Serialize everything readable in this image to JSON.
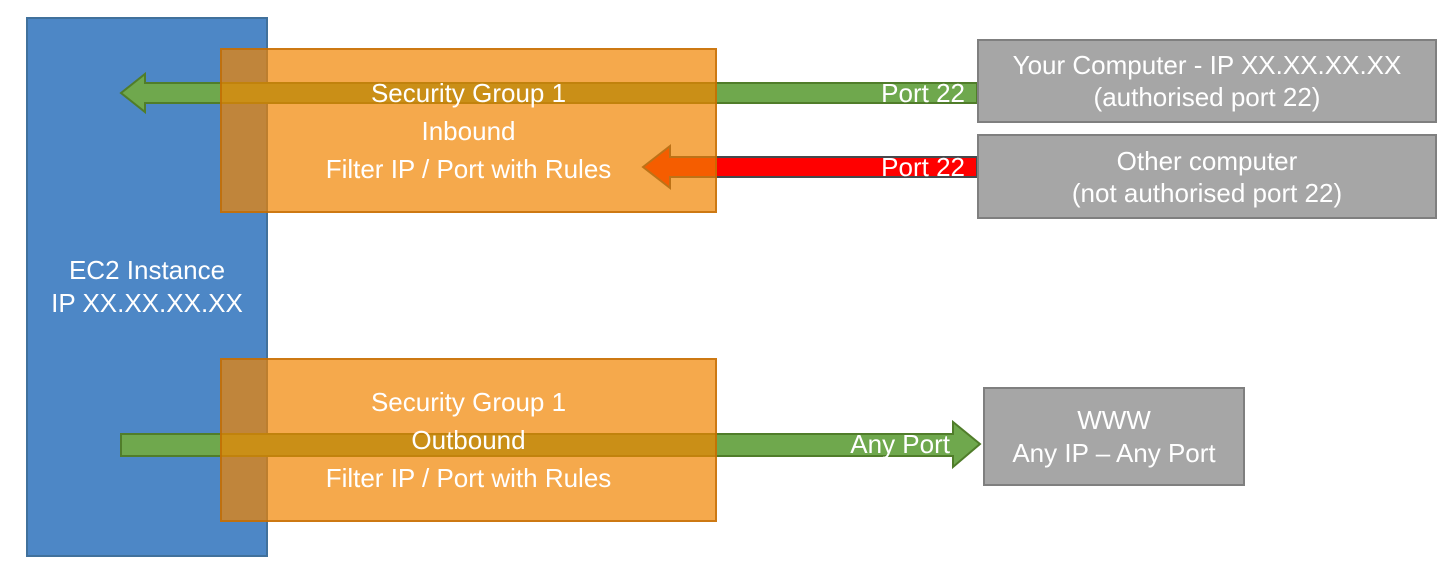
{
  "ec2_box": {
    "line1": "EC2 Instance",
    "line2": "IP XX.XX.XX.XX"
  },
  "inbound_sg_box": {
    "line1": "Security Group 1",
    "line2": "Inbound",
    "line3": "Filter IP / Port with Rules"
  },
  "outbound_sg_box": {
    "line1": "Security Group 1",
    "line2": "Outbound",
    "line3": "Filter IP / Port with Rules"
  },
  "your_computer_box": {
    "line1": "Your Computer - IP XX.XX.XX.XX",
    "line2": "(authorised port 22)"
  },
  "other_computer_box": {
    "line1": "Other computer",
    "line2": "(not authorised port 22)"
  },
  "www_box": {
    "line1": "WWW",
    "line2": "Any IP – Any Port"
  },
  "arrow_labels": {
    "inbound_allowed": "Port 22",
    "inbound_blocked": "Port 22",
    "outbound": "Any Port"
  },
  "colors": {
    "ec2_fill": "#4d87c6",
    "ec2_border": "#41719c",
    "security_group_fill": "#f18400",
    "security_group_opacity": "0.70",
    "security_group_border": "#bf6900",
    "endpoint_fill": "#a6a6a6",
    "endpoint_border": "#7f7f7f",
    "allowed_arrow_fill": "#6fa84d",
    "allowed_arrow_border": "#507d2a",
    "blocked_arrow_fill": "#ff0000",
    "blocked_arrow_border": "#45494d",
    "text": "#ffffff"
  }
}
